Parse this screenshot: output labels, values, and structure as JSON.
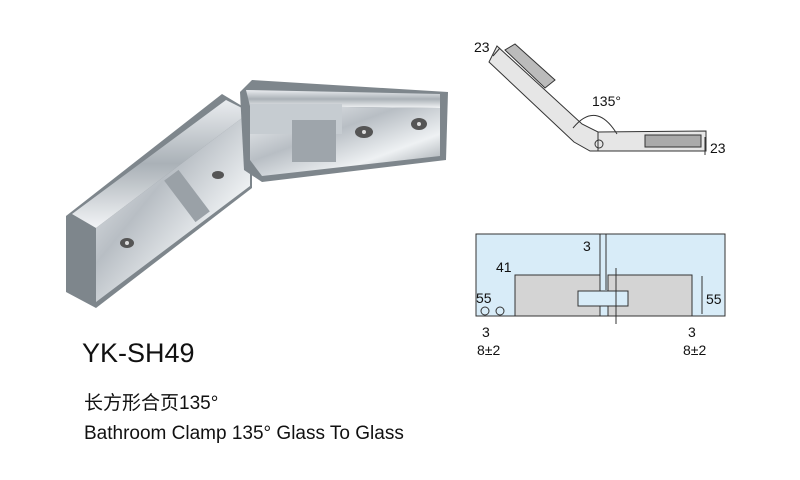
{
  "product": {
    "model": "YK-SH49",
    "name_cn": "长方形合页135°",
    "name_en": "Bathroom Clamp 135°  Glass To Glass"
  },
  "drawing_top": {
    "angle_label": "135°",
    "width_left": "23",
    "width_right": "23"
  },
  "drawing_front": {
    "gap": "3",
    "length": "41",
    "hole_offset": "55",
    "height": "55",
    "left_gap": "3",
    "left_glass": "8±2",
    "right_gap": "3",
    "right_glass": "8±2"
  },
  "colors": {
    "glass": "#d8ecf8",
    "plate": "#d4d4d4"
  }
}
